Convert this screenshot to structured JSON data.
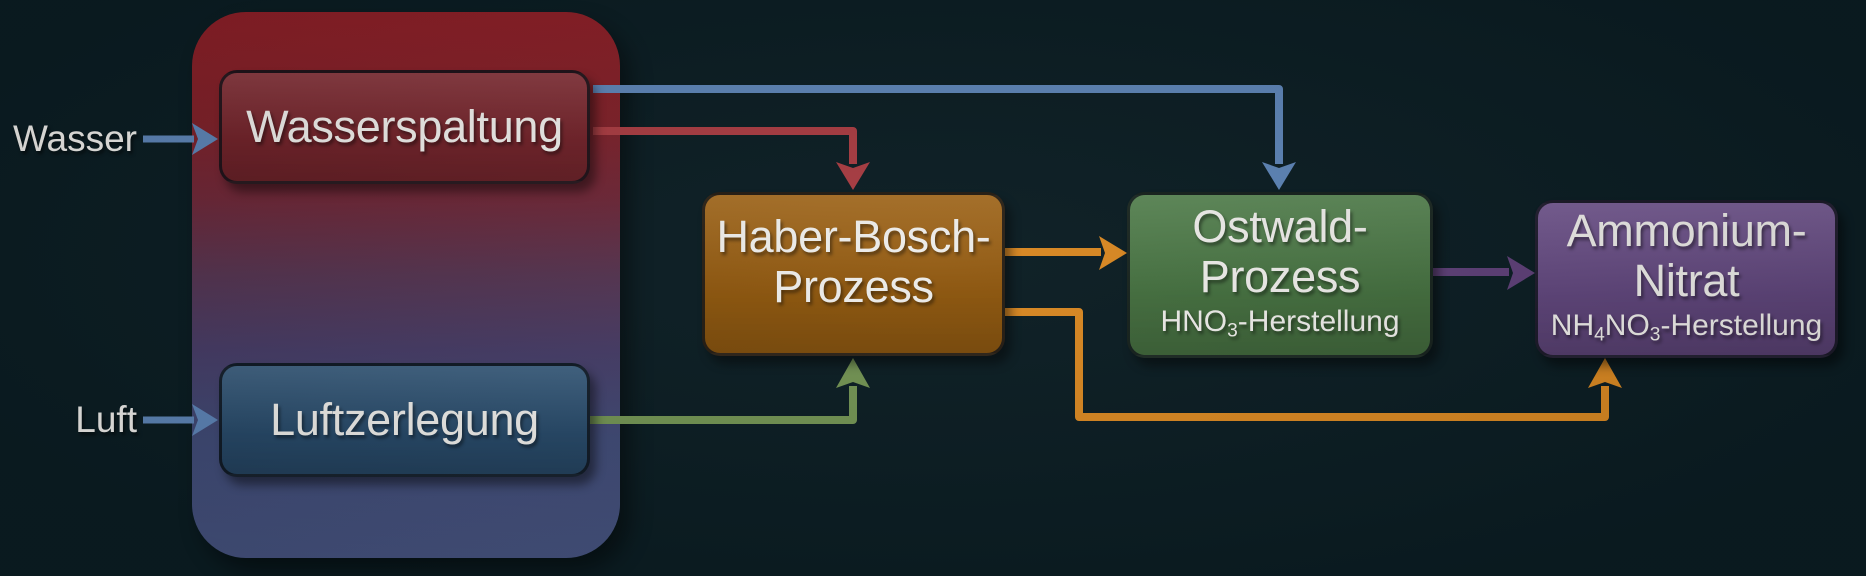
{
  "inputs": {
    "wasser_label": "Wasser",
    "luft_label": "Luft"
  },
  "boxes": {
    "wasserspaltung": {
      "label": "Wasserspaltung"
    },
    "luftzerlegung": {
      "label": "Luftzerlegung"
    },
    "haber_bosch": {
      "line1": "Haber-Bosch-",
      "line2": "Prozess"
    },
    "ostwald": {
      "line1": "Ostwald-",
      "line2": "Prozess",
      "subtitle": {
        "pre": "HNO",
        "sub1": "3",
        "post": "-Herstellung"
      }
    },
    "ammonium_nitrat": {
      "line1": "Ammonium-",
      "line2": "Nitrat",
      "subtitle": {
        "pre": "NH",
        "sub1": "4",
        "mid": "NO",
        "sub2": "3",
        "post": "-Herstellung"
      }
    }
  },
  "colors": {
    "background": "#0b1d23",
    "text": "#edece9",
    "container_gradient_top": "#8c1f27",
    "container_gradient_bottom": "#45527e",
    "box_wasserspaltung": "#7d262e",
    "box_luftzerlegung": "#2b5174",
    "box_haber_bosch": "#9c5f0e",
    "box_ostwald": "#4b7a45",
    "box_ammonium_nitrat": "#6a4d89",
    "arrow_blue": "#5d84b6",
    "arrow_red": "#a83c42",
    "arrow_green": "#729353",
    "arrow_orange": "#d98822",
    "arrow_purple": "#5e4078"
  }
}
